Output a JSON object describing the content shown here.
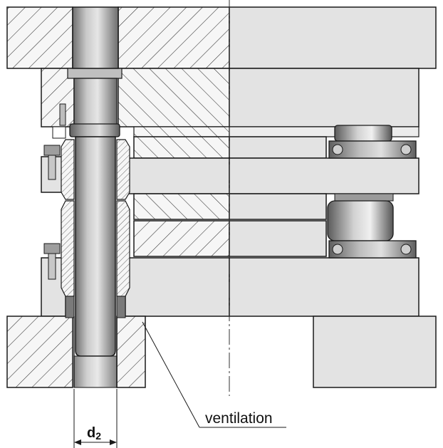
{
  "diagram": {
    "labels": {
      "ventilation": "ventilation",
      "dimension_main": "d",
      "dimension_sub": "2"
    },
    "colors": {
      "plate_fill": "#e3e3e3",
      "plate_light": "#ececec",
      "section_fill": "#f4f4f4",
      "hatch": "#333333",
      "steel_dark": "#6f6f6f",
      "steel_mid": "#a8a8a8",
      "steel_light": "#d8d8d8",
      "outline": "#1a1a1a",
      "centerline": "#333333",
      "background": "#ffffff"
    }
  }
}
